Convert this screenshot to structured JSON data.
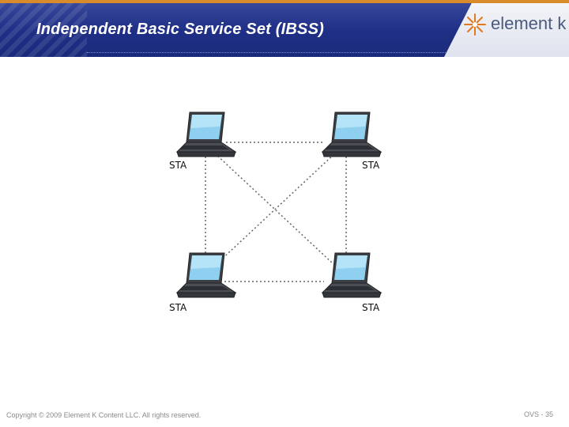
{
  "slide": {
    "title": "Independent Basic Service Set (IBSS)",
    "footer_copyright": "Copyright © 2009 Element K Content LLC. All rights reserved.",
    "page_number": "OVS - 35"
  },
  "logo": {
    "text": "element k",
    "star_color": "#e07a1f",
    "text_color": "#4a5a7e"
  },
  "diagram": {
    "nodes": [
      {
        "id": "top-left",
        "label": "STA"
      },
      {
        "id": "top-right",
        "label": "STA"
      },
      {
        "id": "bottom-left",
        "label": "STA"
      },
      {
        "id": "bottom-right",
        "label": "STA"
      }
    ],
    "links": [
      [
        "top-left",
        "top-right"
      ],
      [
        "top-left",
        "bottom-left"
      ],
      [
        "top-right",
        "bottom-right"
      ],
      [
        "bottom-left",
        "bottom-right"
      ],
      [
        "top-left",
        "bottom-right"
      ],
      [
        "top-right",
        "bottom-left"
      ]
    ],
    "link_style": "dotted",
    "device_icon": "laptop-icon"
  }
}
